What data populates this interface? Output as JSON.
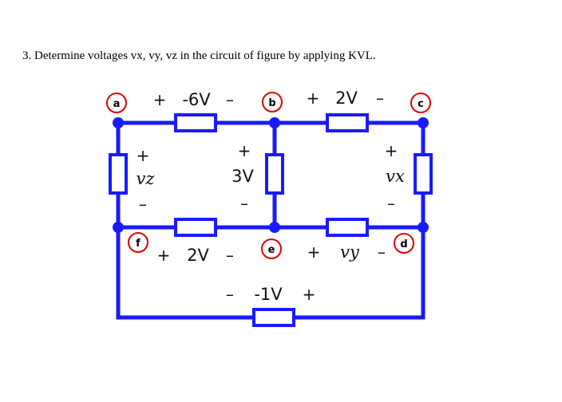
{
  "question": "3. Determine voltages vx, vy, vz in the circuit of figure by applying KVL.",
  "colors": {
    "wire": "#1a1aff",
    "node_ring": "#e00000",
    "text": "#111111"
  },
  "nodes": {
    "a": "a",
    "b": "b",
    "c": "c",
    "d": "d",
    "e": "e",
    "f": "f"
  },
  "labels": {
    "ab": {
      "plus": "+",
      "value": "-6V",
      "minus": "–"
    },
    "bc": {
      "plus": "+",
      "value": "2V",
      "minus": "–"
    },
    "af": {
      "plus": "+",
      "symbol": "vz",
      "minus": "–"
    },
    "be": {
      "plus": "+",
      "value": "3V",
      "minus": "–"
    },
    "cd": {
      "plus": "+",
      "symbol": "vx",
      "minus": "–"
    },
    "fe": {
      "plus": "+",
      "value": "2V",
      "minus": "–"
    },
    "ed": {
      "plus": "+",
      "symbol": "vy",
      "minus": "–"
    },
    "bottom": {
      "minus": "–",
      "value": "-1V",
      "plus": "+"
    }
  }
}
